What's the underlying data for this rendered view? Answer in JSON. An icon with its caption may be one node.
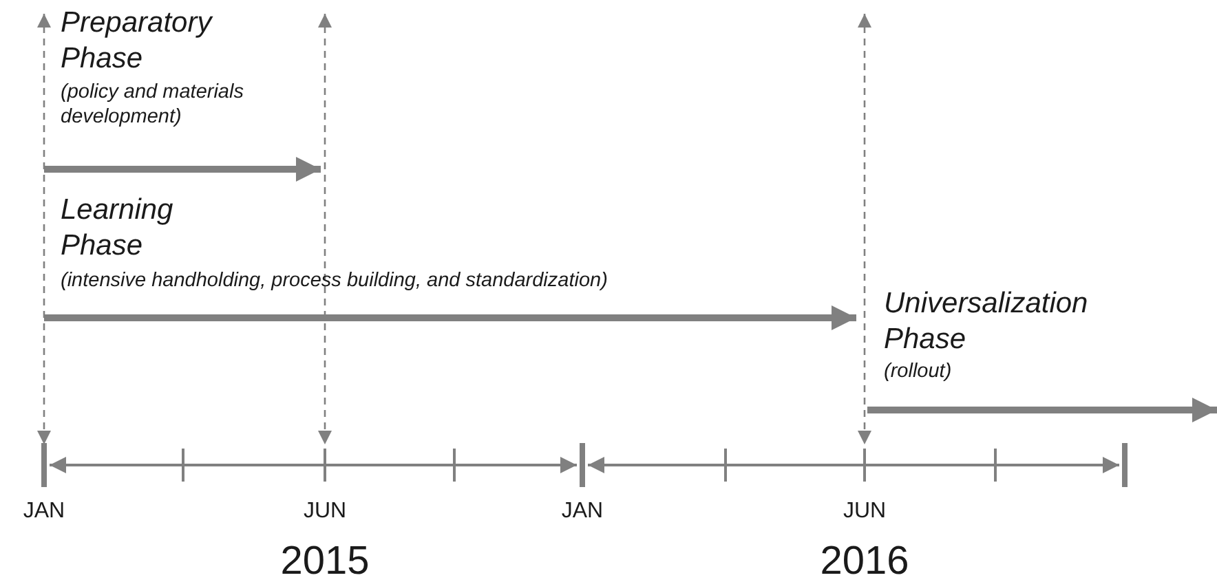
{
  "diagram": {
    "labels": [
      "Preparatory Phase",
      "(policy and materials development)",
      "Learning Phase",
      "(intensive handholding, process building, and standardization)",
      "Universalization Phase",
      "(rollout)",
      "JAN",
      "JUN",
      "JAN",
      "JUN",
      "2015",
      "2016"
    ]
  }
}
